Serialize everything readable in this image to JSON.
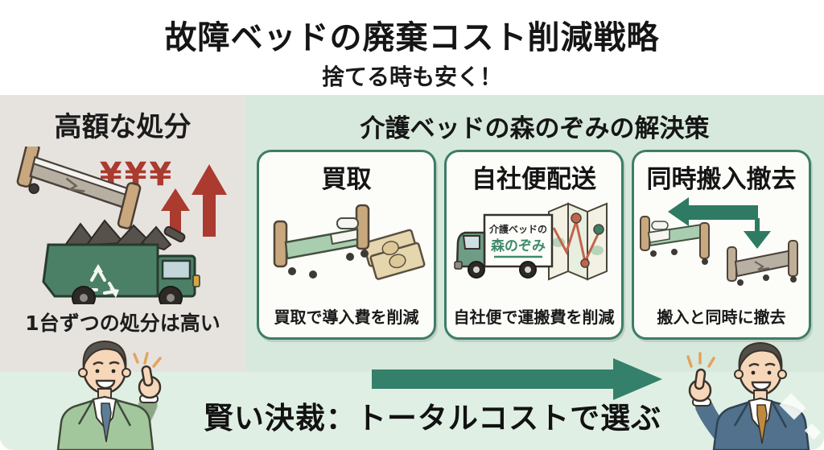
{
  "colors": {
    "accent_green": "#35806a",
    "card_border_green": "#3e7d66",
    "solution_panel_bg": "#d7e9dc",
    "footer_strip_bg": "#e0efe4",
    "problem_panel_bg": "#e6e3df",
    "alert_red": "#ab3a2f",
    "logo_green": "#3e8a6a"
  },
  "header": {
    "title": "故障ベッドの廃棄コスト削減戦略",
    "subtitle": "捨てる時も安く！"
  },
  "problem_panel": {
    "title": "高額な処分",
    "cost_label": "¥¥¥",
    "caption": "1台ずつの処分は高い"
  },
  "solution_panel": {
    "title": "介護ベッドの森のぞみの解決策",
    "cards": [
      {
        "title": "買取",
        "caption": "買取で導入費を削減"
      },
      {
        "title": "自社便配送",
        "caption": "自社便で運搬費を削減",
        "truck_logo": {
          "line1": "介護ベッドの",
          "line2": "森のぞみ"
        }
      },
      {
        "title": "同時搬入撤去",
        "caption": "搬入と同時に撤去"
      }
    ]
  },
  "footer": {
    "message": "賢い決裁：トータルコストで選ぶ"
  }
}
